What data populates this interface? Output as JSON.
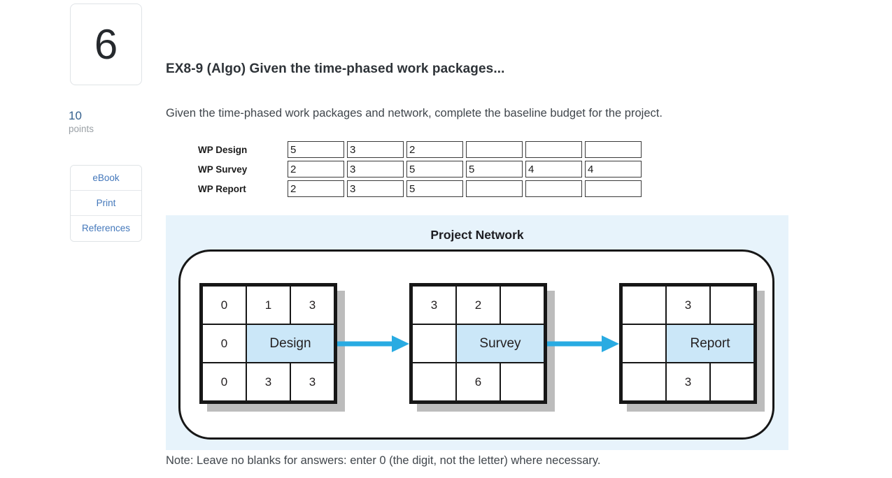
{
  "sidebar": {
    "question_number": "6",
    "points_value": "10",
    "points_label": "points",
    "tools": {
      "ebook_label": "eBook",
      "print_label": "Print",
      "references_label": "References"
    }
  },
  "main": {
    "title": "EX8-9 (Algo) Given the time-phased work packages...",
    "instruction": "Given the time-phased work packages and network, complete the baseline budget for the project.",
    "note": "Note: Leave no blanks for answers: enter 0 (the digit, not the letter) where necessary."
  },
  "wp_table": {
    "rows": [
      {
        "label": "WP Design",
        "cells": [
          "5",
          "3",
          "2",
          "",
          "",
          ""
        ]
      },
      {
        "label": "WP Survey",
        "cells": [
          "2",
          "3",
          "5",
          "5",
          "4",
          "4"
        ]
      },
      {
        "label": "WP Report",
        "cells": [
          "2",
          "3",
          "5",
          "",
          "",
          ""
        ]
      }
    ]
  },
  "network": {
    "title": "Project Network",
    "nodes": [
      {
        "name": "Design",
        "top": [
          "0",
          "1",
          "3"
        ],
        "left_mid": "0",
        "bottom": [
          "0",
          "3",
          "3"
        ]
      },
      {
        "name": "Survey",
        "top": [
          "3",
          "2",
          ""
        ],
        "left_mid": "",
        "bottom": [
          "",
          "6",
          ""
        ]
      },
      {
        "name": "Report",
        "top": [
          "",
          "3",
          ""
        ],
        "left_mid": "",
        "bottom": [
          "",
          "3",
          ""
        ]
      }
    ],
    "colors": {
      "panel_bg": "#e7f3fb",
      "node_fill": "#cbe7f8",
      "arrow": "#29abe2",
      "shadow": "#bcbcbc"
    }
  }
}
